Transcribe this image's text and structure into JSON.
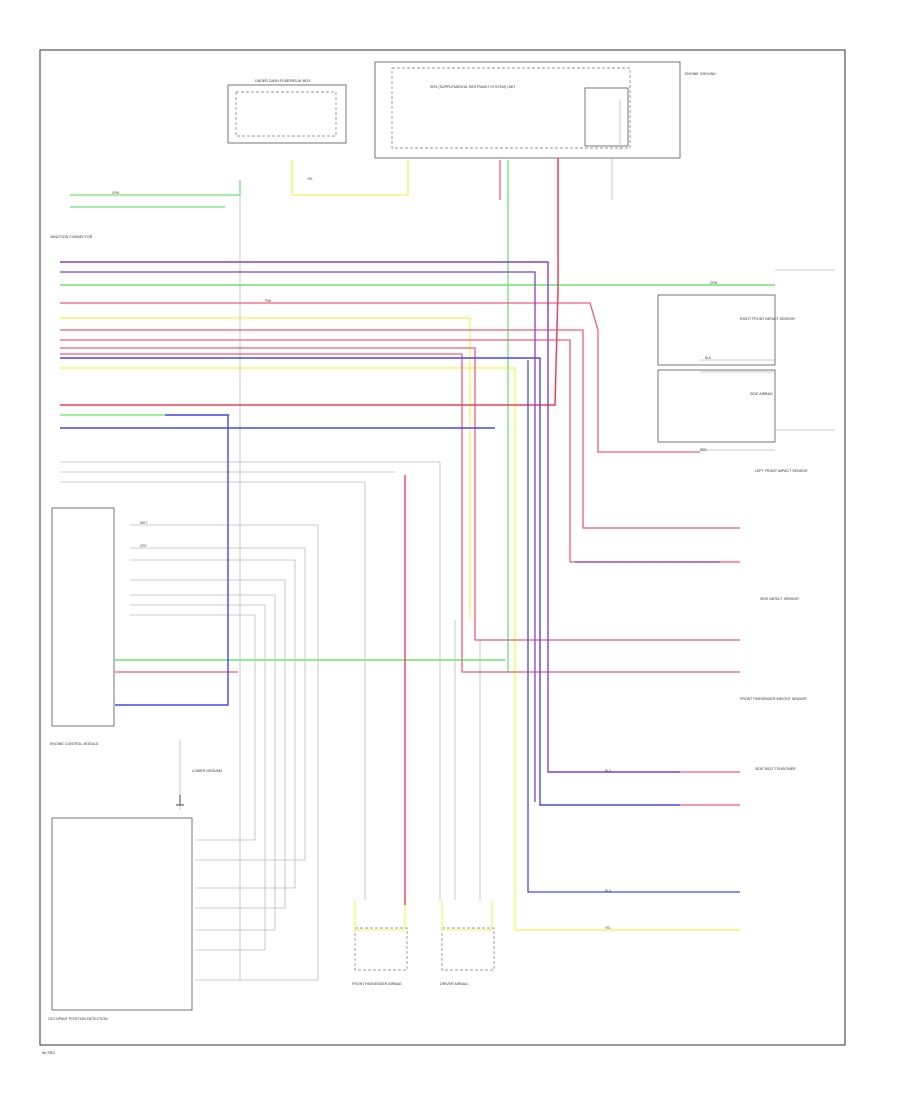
{
  "colors": {
    "green": "#6fe36f",
    "yellow": "#f2f25a",
    "pink": "#f35a7a",
    "red": "#f23c5a",
    "purple": "#8c3cc8",
    "blue": "#4646f0",
    "gray": "#bdbdbd",
    "frame": "#333333"
  },
  "labels": {
    "fuse_block_title": "UNDER-DASH FUSE/RELAY BOX",
    "srs_unit": "SRS (SUPPLEMENTAL RESTRAINT SYSTEM) UNIT",
    "engine_ground": "ENGINE GROUND",
    "junction_connector": "JUNCTION CONNECTOR",
    "control_unit": "ENGINE CONTROL MODULE",
    "front_right_sensor": "RIGHT FRONT IMPACT SENSOR",
    "side_airbag": "SIDE AIRBAG",
    "front_left_sensor": "LEFT FRONT IMPACT SENSOR",
    "rear_sensor": "SIDE IMPACT SENSOR",
    "seat_belt": "SEAT BELT TENSIONER",
    "passenger_sensor": "FRONT PASSENGER WEIGHT SENSOR",
    "ground_note": "LOWER GROUND",
    "bottom_left_module": "OCCUPANT POSITION DETECTION",
    "bottom_sensor_a": "FRONT PASSENGER AIRBAG",
    "bottom_sensor_b": "DRIVER AIRBAG",
    "footer": "W/ SRS"
  },
  "wire_labels": {
    "grn": "GRN",
    "yel": "YEL",
    "pnk": "PNK",
    "red": "RED",
    "blu": "BLU",
    "blk": "BLK",
    "wht": "WHT",
    "gry": "GRY"
  }
}
